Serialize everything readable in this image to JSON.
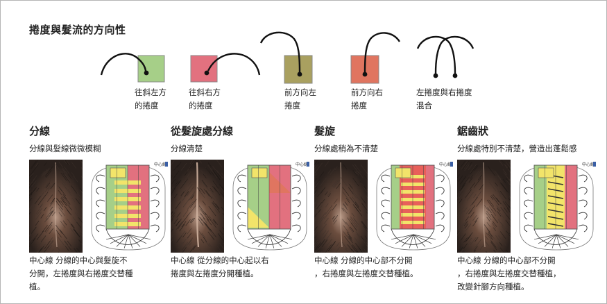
{
  "title": "捲度與髮流的方向性",
  "legend": [
    {
      "line1": "往斜左方",
      "line2": "的捲度",
      "color": "#a6cf88"
    },
    {
      "line1": "往斜右方",
      "line2": "的捲度",
      "color": "#e2717f"
    },
    {
      "line1": "前方向左",
      "line2": "捲度",
      "color": "#a9a060"
    },
    {
      "line1": "前方向右",
      "line2": "捲度",
      "color": "#e07560"
    },
    {
      "line1": "左捲度與右捲度",
      "line2": "混合",
      "color": ""
    }
  ],
  "panels": [
    {
      "title": "分線",
      "subtitle": "分線與髮線微微模糊",
      "caption": [
        "中心線 分線的中心與髮旋不",
        "分開，左捲度與右捲度交替種",
        "植。"
      ]
    },
    {
      "title": "從髮旋處分線",
      "subtitle": "分線清楚",
      "caption": [
        "中心線 從分線的中心起以右",
        "捲度與左捲度分開種植。"
      ]
    },
    {
      "title": "髮旋",
      "subtitle": "分線處稍為不清楚",
      "caption": [
        "中心線 分線的中心部不分開",
        "，右捲度與左捲度交替種植。"
      ]
    },
    {
      "title": "鋸齒狀",
      "subtitle": "分線處特別不清楚，營造出蓬鬆感",
      "caption": [
        "中心線 分線的中心部不分開",
        "，右捲度與左捲度交替種植，",
        "改變針腳方向種植。"
      ]
    }
  ],
  "schema_tag": "中心線",
  "colors": {
    "green": "#a6cf88",
    "pink": "#e2717f",
    "olive": "#a9a060",
    "orange": "#e07560",
    "yellow": "#f2e46a",
    "red": "#e8605a"
  }
}
